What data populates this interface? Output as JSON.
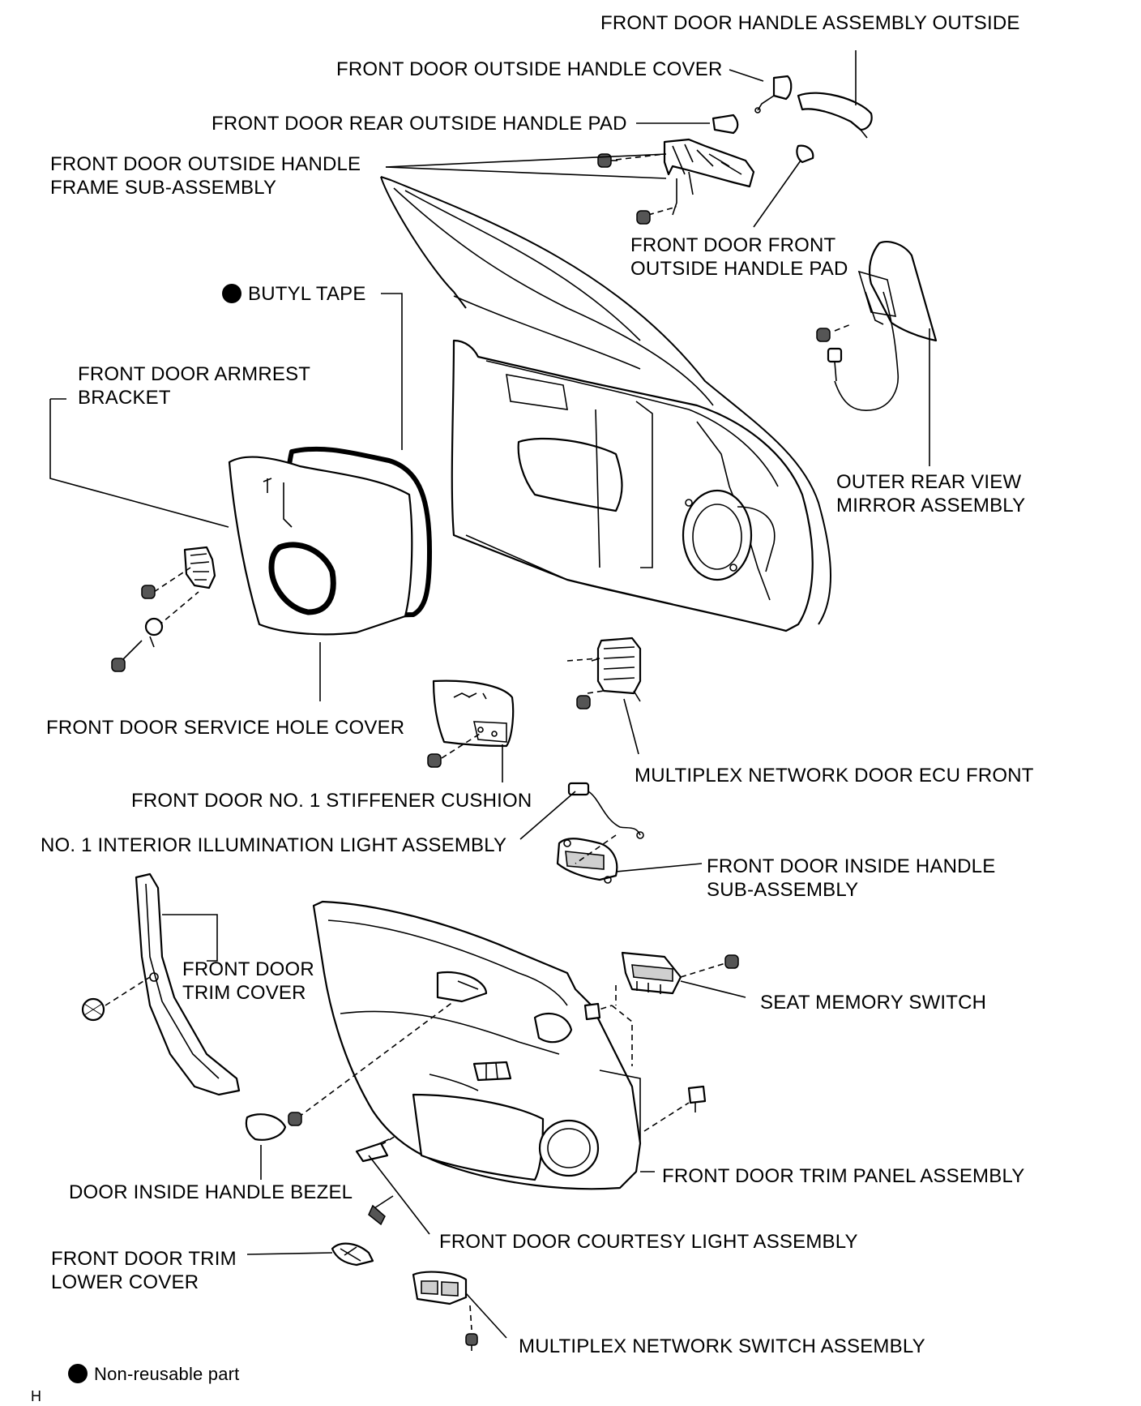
{
  "labels": {
    "handle_assembly_outside": "FRONT DOOR HANDLE ASSEMBLY OUTSIDE",
    "outside_handle_cover": "FRONT DOOR OUTSIDE HANDLE COVER",
    "rear_outside_handle_pad": "FRONT DOOR REAR OUTSIDE HANDLE PAD",
    "outside_handle_frame_1": "FRONT DOOR OUTSIDE HANDLE",
    "outside_handle_frame_2": "FRAME SUB-ASSEMBLY",
    "front_outside_handle_pad_1": "FRONT DOOR FRONT",
    "front_outside_handle_pad_2": "OUTSIDE HANDLE PAD",
    "butyl_tape": "BUTYL TAPE",
    "armrest_bracket_1": "FRONT DOOR ARMREST",
    "armrest_bracket_2": "BRACKET",
    "mirror_1": "OUTER REAR VIEW",
    "mirror_2": "MIRROR ASSEMBLY",
    "service_hole_cover": "FRONT DOOR SERVICE HOLE COVER",
    "door_ecu_front": "MULTIPLEX NETWORK DOOR ECU FRONT",
    "stiffener_cushion": "FRONT DOOR NO. 1 STIFFENER CUSHION",
    "illumination_light": "NO. 1 INTERIOR ILLUMINATION LIGHT ASSEMBLY",
    "inside_handle_1": "FRONT DOOR INSIDE HANDLE",
    "inside_handle_2": "SUB-ASSEMBLY",
    "trim_cover_1": "FRONT DOOR",
    "trim_cover_2": "TRIM COVER",
    "seat_memory_switch": "SEAT MEMORY SWITCH",
    "inside_handle_bezel": "DOOR INSIDE HANDLE BEZEL",
    "trim_panel": "FRONT DOOR TRIM PANEL ASSEMBLY",
    "courtesy_light": "FRONT DOOR COURTESY LIGHT ASSEMBLY",
    "trim_lower_cover_1": "FRONT DOOR TRIM",
    "trim_lower_cover_2": "LOWER COVER",
    "network_switch": "MULTIPLEX NETWORK SWITCH ASSEMBLY"
  },
  "legend": {
    "non_reusable": "Non-reusable part"
  },
  "corner_mark": "H"
}
